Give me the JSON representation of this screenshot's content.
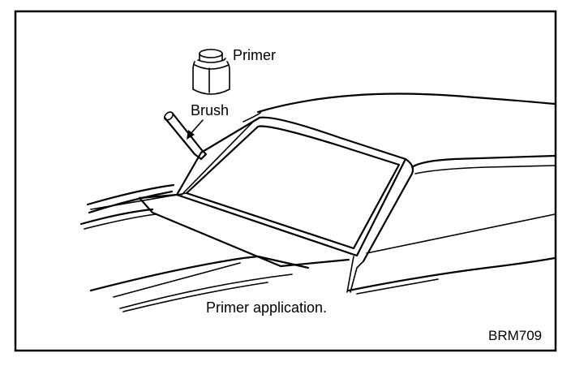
{
  "labels": {
    "primer": "Primer",
    "brush": "Brush",
    "caption": "Primer application.",
    "code": "BRM709"
  },
  "colors": {
    "line": "#000000",
    "background": "#ffffff"
  },
  "icons": [
    "primer-jar-icon",
    "brush-icon",
    "arrow-icon"
  ]
}
